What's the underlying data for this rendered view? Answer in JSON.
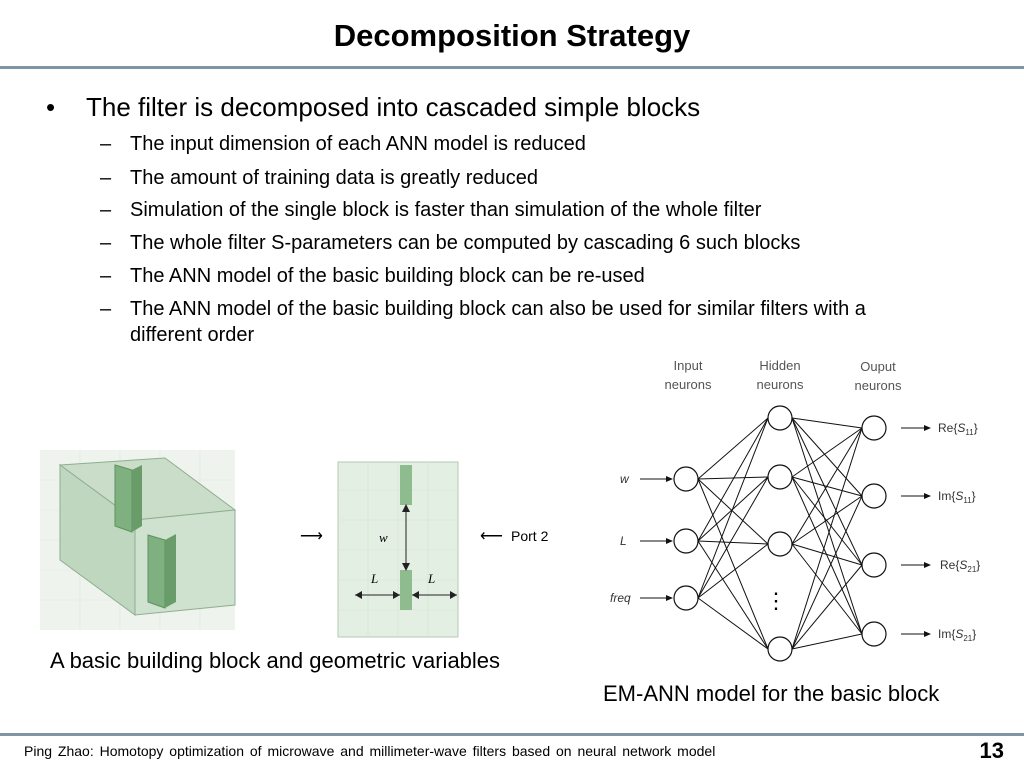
{
  "title": "Decomposition Strategy",
  "main_bullet": "The filter is decomposed into cascaded simple blocks",
  "sub_bullets": [
    "The input dimension of each ANN model is reduced",
    "The amount of training data is greatly reduced",
    "Simulation of the single block is faster than simulation of the whole filter",
    "The whole filter S-parameters can be computed by cascading 6 such blocks",
    "The ANN model of the basic building block can be re-used",
    "The ANN model of the basic building block can also be used for similar filters with a different order"
  ],
  "block_diagram": {
    "caption": "A basic building block and geometric variables",
    "label_w": "w",
    "label_L": "L",
    "port2": "Port 2"
  },
  "ann_diagram": {
    "caption": "EM-ANN model for the basic block",
    "input_header_1": "Input",
    "input_header_2": "neurons",
    "hidden_header_1": "Hidden",
    "hidden_header_2": "neurons",
    "output_header_1": "Ouput",
    "output_header_2": "neurons",
    "inputs": [
      "w",
      "L",
      "freq"
    ],
    "outputs": [
      {
        "pre": "Re{",
        "sub": "S",
        "idx": "11",
        "post": "}"
      },
      {
        "pre": "Im{",
        "sub": "S",
        "idx": "11",
        "post": "}"
      },
      {
        "pre": "Re{",
        "sub": "S",
        "idx": "21",
        "post": "}"
      },
      {
        "pre": "Im{",
        "sub": "S",
        "idx": "21",
        "post": "}"
      }
    ],
    "ellipsis": "⋮"
  },
  "footer": "Ping Zhao: Homotopy optimization of microwave and millimeter-wave filters based on neural network model",
  "page_number": "13"
}
